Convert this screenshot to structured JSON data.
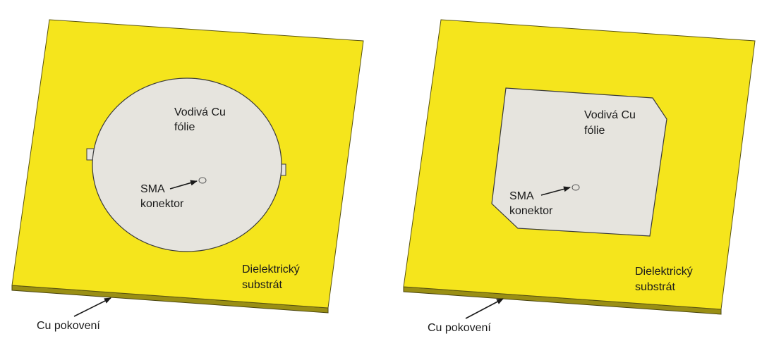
{
  "panels": [
    {
      "patch_shape": "circular",
      "foil_label_line1": "Vodivá Cu",
      "foil_label_line2": "fólie",
      "connector_label_line1": "SMA",
      "connector_label_line2": "konektor",
      "substrate_label_line1": "Dielektrický",
      "substrate_label_line2": "substrát",
      "plating_label": "Cu pokovení"
    },
    {
      "patch_shape": "square-truncated-corners",
      "foil_label_line1": "Vodivá Cu",
      "foil_label_line2": "fólie",
      "connector_label_line1": "SMA",
      "connector_label_line2": "konektor",
      "substrate_label_line1": "Dielektrický",
      "substrate_label_line2": "substrát",
      "plating_label": "Cu pokovení"
    }
  ],
  "colors": {
    "substrate": "#f5e51c",
    "substrate_edge": "#5a5410",
    "ground_plating": "#9a8f14",
    "copper_foil": "#e6e4de",
    "outline": "#3a3a3a",
    "text": "#1a1a1a"
  }
}
